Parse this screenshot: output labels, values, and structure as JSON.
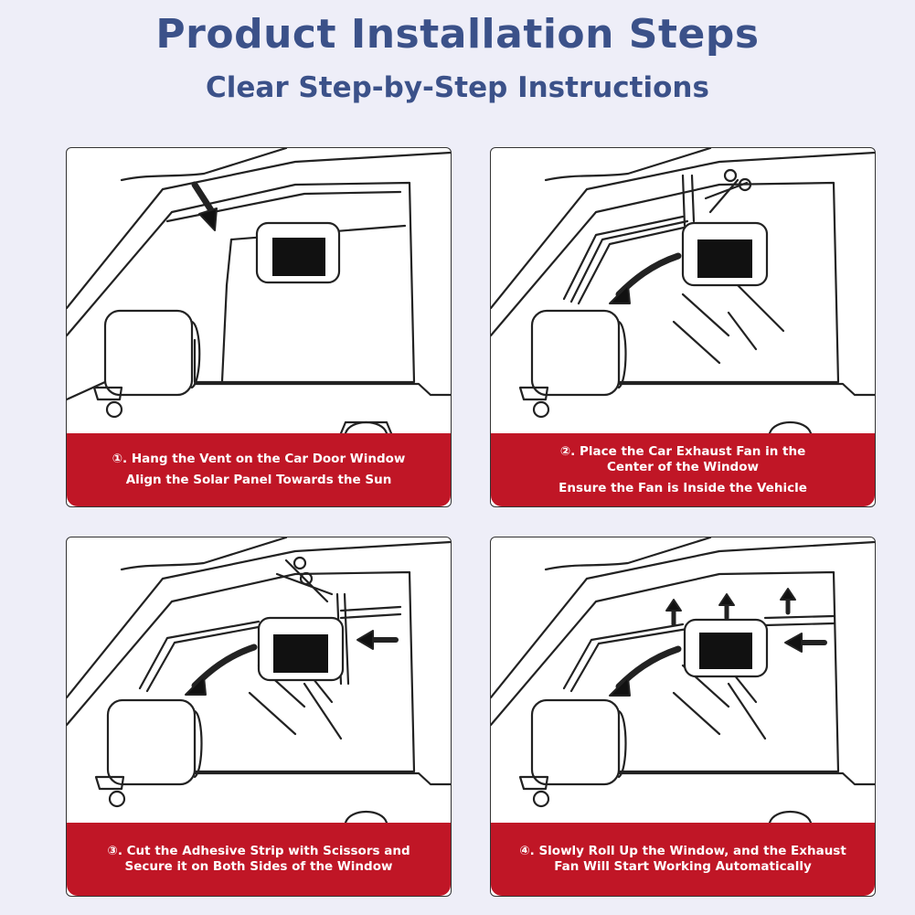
{
  "header": {
    "title": "Product Installation Steps",
    "subtitle": "Clear Step-by-Step Instructions"
  },
  "colors": {
    "title": "#3b5189",
    "caption_bg": "#c01626",
    "page_bg": "#eeeef8"
  },
  "steps": [
    {
      "line1": "①. Hang the Vent on the Car Door Window",
      "line2": "",
      "line3": "Align the Solar Panel Towards the Sun"
    },
    {
      "line1": "②. Place the Car Exhaust Fan in the",
      "line2": "Center of the Window",
      "line3": "Ensure the Fan is Inside the Vehicle"
    },
    {
      "line1": "③. Cut the Adhesive Strip with Scissors and",
      "line2": "Secure it on Both Sides of the Window",
      "line3": ""
    },
    {
      "line1": "④. Slowly Roll Up the Window, and the Exhaust",
      "line2": "Fan Will Start Working Automatically",
      "line3": ""
    }
  ]
}
